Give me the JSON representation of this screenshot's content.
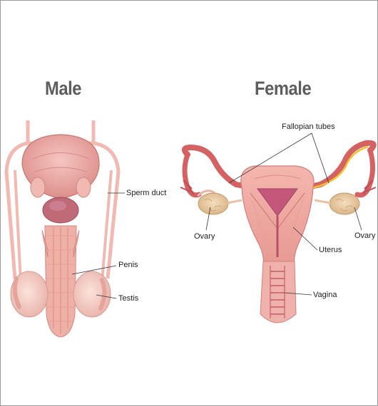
{
  "headings": {
    "male": "Male",
    "female": "Female"
  },
  "male_labels": {
    "sperm_duct": "Sperm duct",
    "penis": "Penis",
    "testis": "Testis"
  },
  "female_labels": {
    "fallopian_tubes": "Fallopian tubes",
    "ovary_left": "Ovary",
    "ovary_right": "Ovary",
    "uterus": "Uterus",
    "vagina": "Vagina"
  },
  "colors": {
    "tissue_pink": "#efaaa4",
    "tissue_dark": "#d77f7f",
    "bladder": "#e9a39f",
    "prostate": "#b85e6e",
    "ovary": "#e8caa2",
    "arrow": "#f2c232"
  }
}
